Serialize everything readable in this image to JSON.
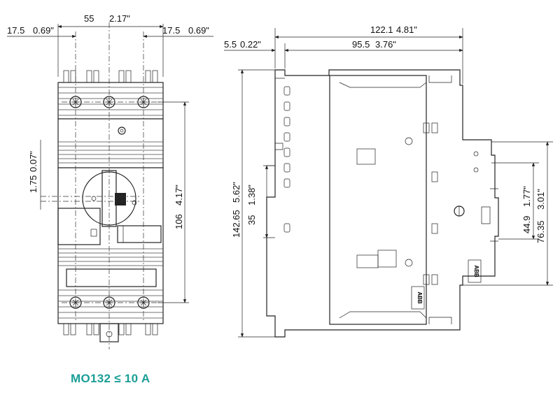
{
  "caption": {
    "text": "MO132 ≤ 10 A",
    "color": "#1a9e96"
  },
  "front_view": {
    "dim_width": "55",
    "dim_width_in": "2.17\"",
    "dim_left_offset": "17.5",
    "dim_left_offset_in": "0.69\"",
    "dim_right_offset": "17.5",
    "dim_right_offset_in": "0.69\"",
    "dim_small_offset": "1.75",
    "dim_small_offset_in": "0.07\"",
    "dim_height": "106",
    "dim_height_in": "4.17\""
  },
  "side_view": {
    "dim_total_depth": "122.1",
    "dim_total_depth_in": "4.81\"",
    "dim_rail_offset": "5.5",
    "dim_rail_offset_in": "0.22\"",
    "dim_body_depth": "95.5",
    "dim_body_depth_in": "3.76\"",
    "dim_total_height": "142.65",
    "dim_total_height_in": "5.62\"",
    "dim_rail_height": "35",
    "dim_rail_height_in": "1.38\"",
    "dim_knob_height": "44.9",
    "dim_knob_height_in": "1.77\"",
    "dim_front_height": "76.35",
    "dim_front_height_in": "3.01\"",
    "logo_text": "ABB"
  }
}
